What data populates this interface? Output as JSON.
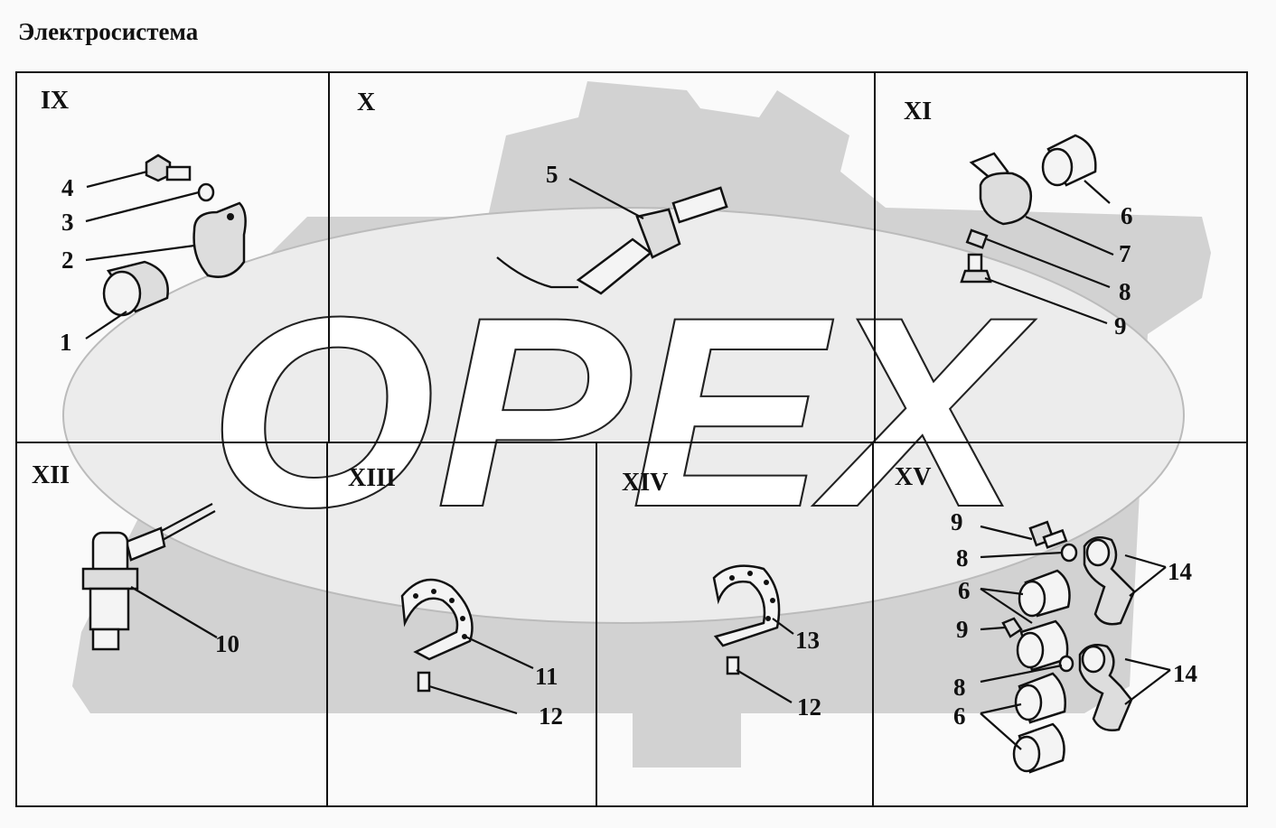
{
  "page_title": "Электросистема",
  "watermark": {
    "text": "OPEX",
    "color": "#cfcfcf"
  },
  "panels": {
    "IX": {
      "label": "IX",
      "callouts": [
        "4",
        "3",
        "2",
        "1"
      ]
    },
    "X": {
      "label": "X",
      "callouts": [
        "5"
      ]
    },
    "XI": {
      "label": "XI",
      "callouts": [
        "6",
        "7",
        "8",
        "9"
      ]
    },
    "XII": {
      "label": "XII",
      "callouts": [
        "10"
      ]
    },
    "XIII": {
      "label": "XIII",
      "callouts": [
        "11",
        "12"
      ]
    },
    "XIV": {
      "label": "XIV",
      "callouts": [
        "13",
        "12"
      ]
    },
    "XV": {
      "label": "XV",
      "callouts": [
        "9",
        "8",
        "6",
        "9",
        "8",
        "6",
        "14",
        "14"
      ]
    }
  },
  "colors": {
    "line": "#111111",
    "background": "#fafafa"
  }
}
